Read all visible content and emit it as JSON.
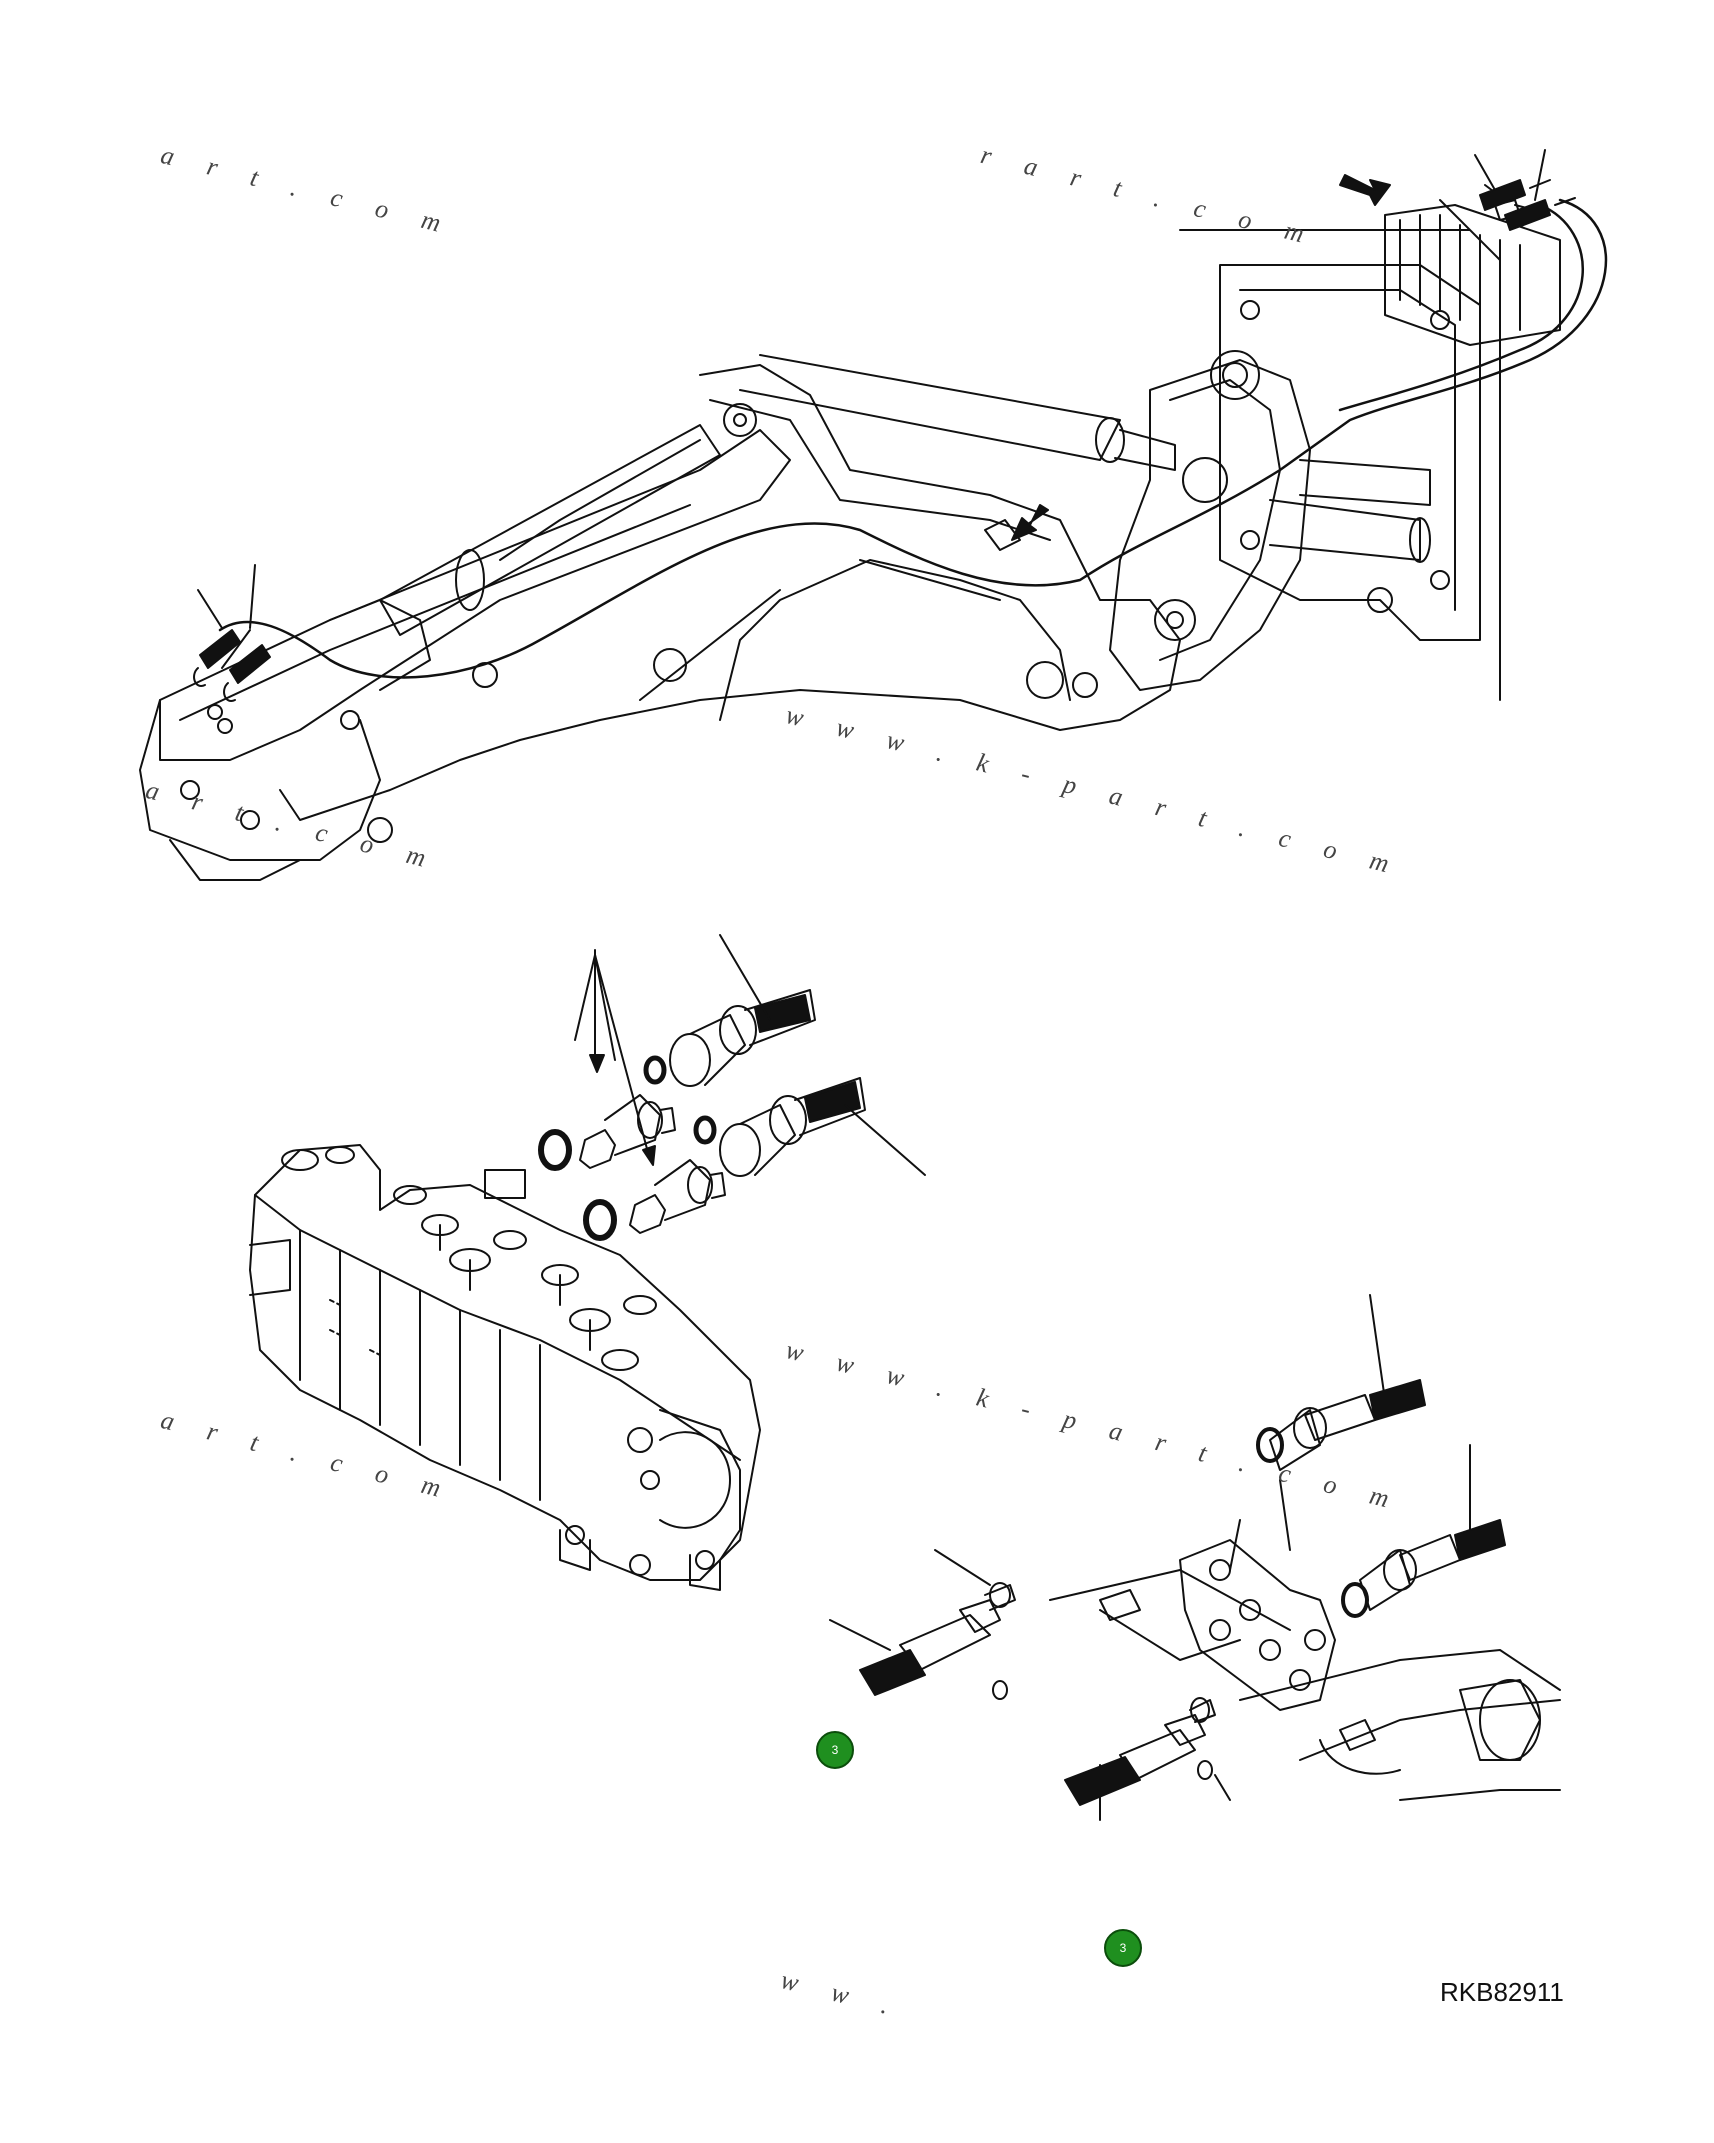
{
  "drawing": {
    "reference_code": "RKB82911",
    "callouts": [
      {
        "label": "3"
      },
      {
        "label": "3"
      }
    ],
    "watermarks": [
      {
        "text": "a r t . c o m"
      },
      {
        "text": "r a r t . c o m"
      },
      {
        "text": "w w w . k - p a r t . c o m"
      },
      {
        "text": "a r t . c o m"
      },
      {
        "text": "a r t . c o m"
      },
      {
        "text": "w w w . k - p a r t . c o m"
      },
      {
        "text": "w w ."
      }
    ]
  }
}
